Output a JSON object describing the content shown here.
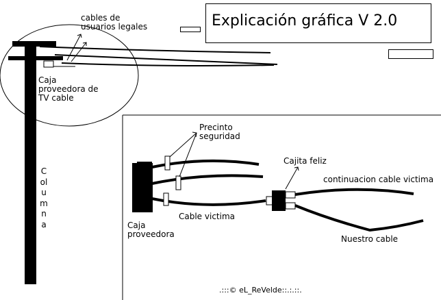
{
  "diagram": {
    "title": "Explicación gráfica  V 2.0",
    "labels": {
      "cables_legales": "cables de\nusuarios legales",
      "caja_tv": "Caja\nproveedora de\nTV cable",
      "columna": "Columna",
      "precinto": "Precinto\nseguridad",
      "cajita": "Cajita feliz",
      "continuacion": "continuacion cable victima",
      "caja_proveedora": "Caja\nproveedora",
      "cable_victima": "Cable victima",
      "nuestro_cable": "Nuestro cable"
    },
    "footer": ".:::© eL_ReVelde::.:.::."
  }
}
